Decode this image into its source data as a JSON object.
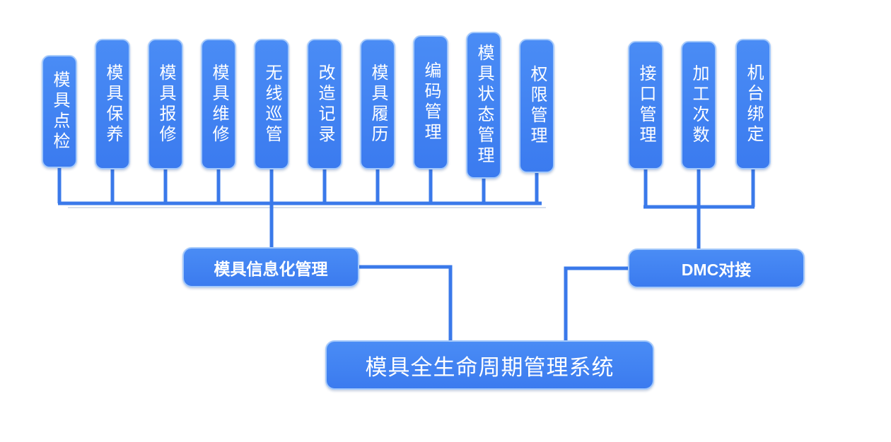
{
  "system": {
    "title": "模具全生命周期管理系统"
  },
  "branches": {
    "left": {
      "label": "模具信息化管理",
      "items": [
        "模具点检",
        "模具保养",
        "模具报修",
        "模具维修",
        "无线巡管",
        "改造记录",
        "模具履历",
        "编码管理",
        "模具状态管理",
        "权限管理"
      ]
    },
    "right": {
      "label": "DMC对接",
      "items": [
        "接口管理",
        "加工次数",
        "机台绑定"
      ]
    }
  },
  "colors": {
    "box_fill": "#4a8cf5",
    "box_fill_dark": "#3b7bef",
    "box_border": "#a4c9fb",
    "line_color": "#3a79ea",
    "text_color": "#ffffff",
    "bg_color": "#ffffff"
  }
}
